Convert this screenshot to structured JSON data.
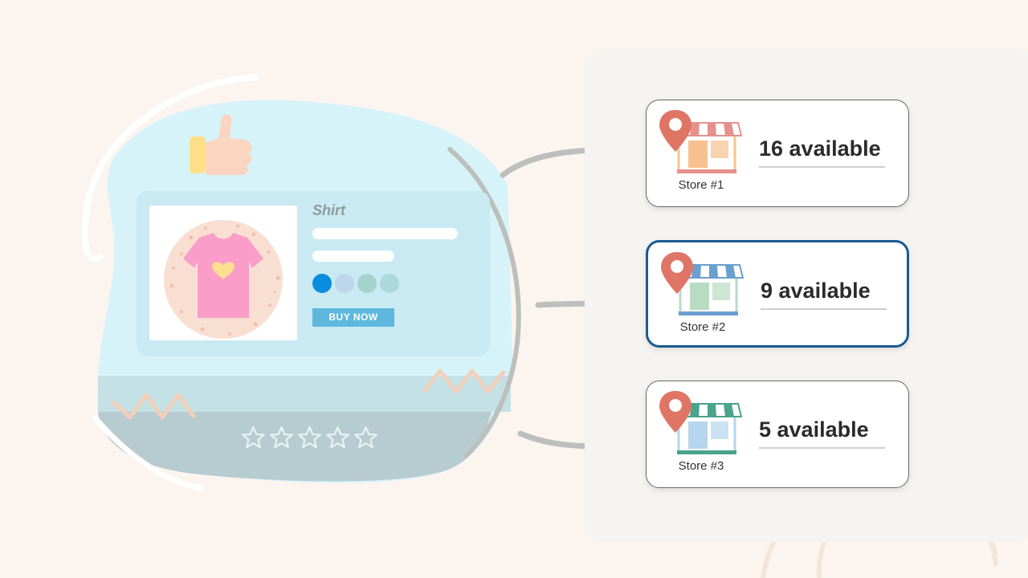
{
  "product": {
    "title": "Shirt",
    "buy_label": "BUY NOW",
    "swatches": [
      "#0a8ddf",
      "#bcd6ec",
      "#a4d3cf",
      "#acd8dc"
    ],
    "rating_stars": 5
  },
  "stores": [
    {
      "name": "Store #1",
      "availability": "16 available",
      "awning": "#e6918c",
      "window": "#f7c18f",
      "selected": false
    },
    {
      "name": "Store #2",
      "availability": "9 available",
      "awning": "#6a9fd0",
      "window": "#b8dcc2",
      "selected": true
    },
    {
      "name": "Store #3",
      "availability": "5 available",
      "awning": "#4aa38c",
      "window": "#b5d6ec",
      "selected": false
    }
  ],
  "colors": {
    "background": "#fcf4ee",
    "blob": "#d6f3fa",
    "selected_border": "#1a5a92",
    "pin": "#df7565",
    "arrow": "#bcbfbb"
  }
}
